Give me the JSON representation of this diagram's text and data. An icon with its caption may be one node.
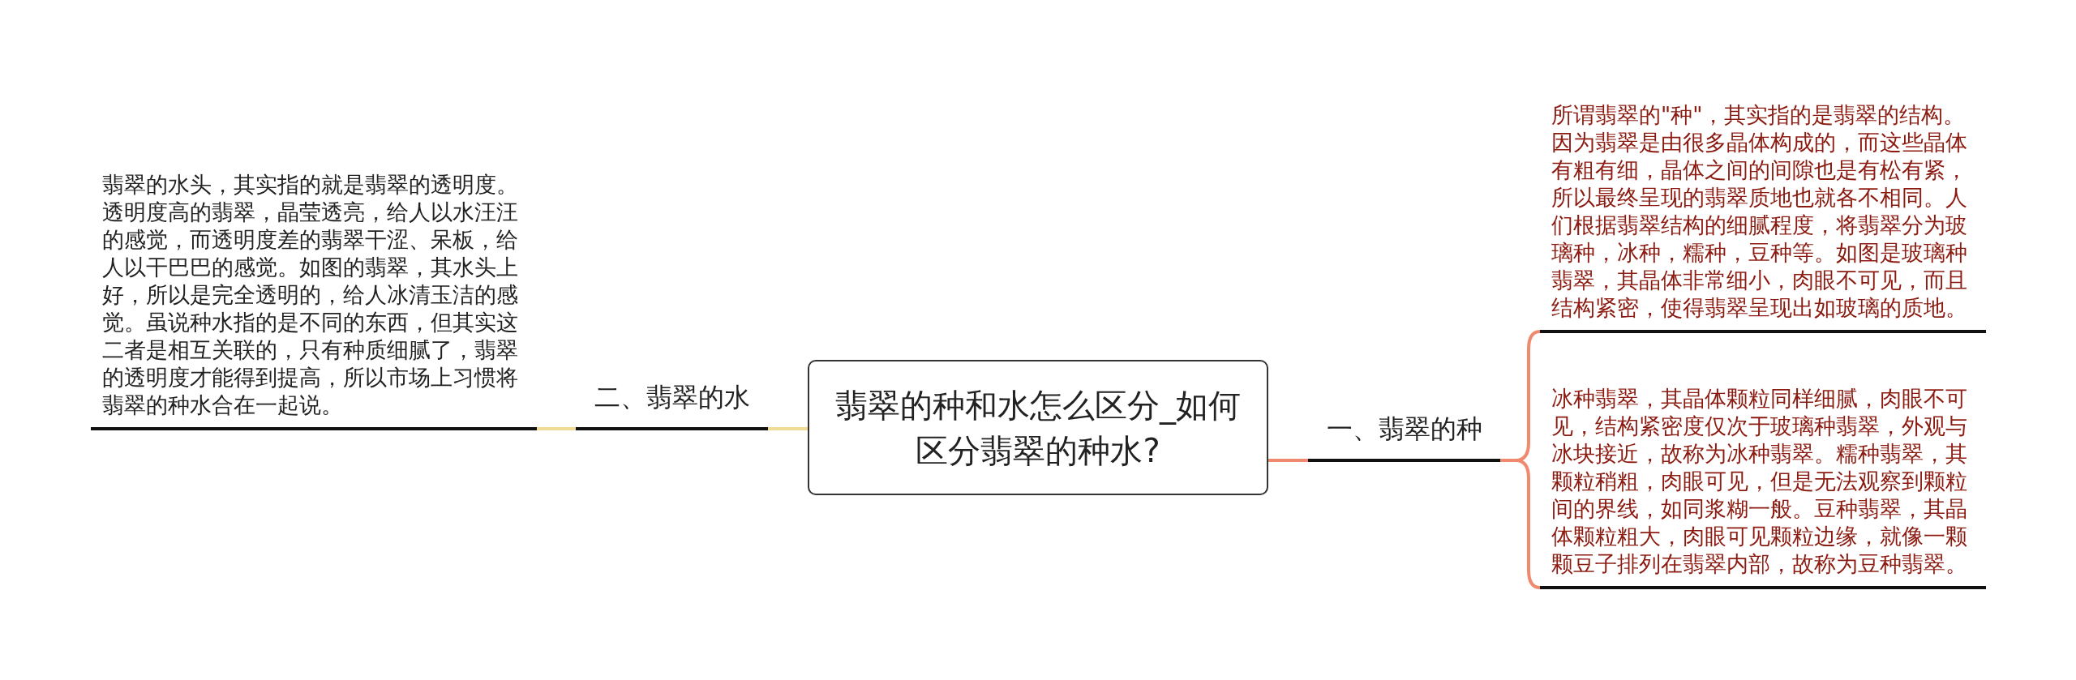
{
  "diagram": {
    "nodes": [
      {
        "text": [
          "翡翠的种和水怎么区分_如何区分翡翠的种水?"
        ]
      },
      {
        "text": [
          "一、翡翠的种"
        ]
      },
      {
        "text": [
          "所谓翡翠的\"种\"，其实指的是翡翠的结构。因为翡翠是由很多晶体构成的，而这些晶体有粗有细，晶体之间的间隙也是有松有紧，所以最终呈现的翡翠质地也就各不相同。人们根据翡翠结构的细腻程度，将翡翠分为玻璃种，冰种，糯种，豆种等。如图是玻璃种翡翠，其晶体非常细小，肉眼不可见，而且结构紧密，使得翡翠呈现出如玻璃的质地。"
        ]
      },
      {
        "text": [
          "冰种翡翠，其晶体颗粒同样细腻，肉眼不可见，结构紧密度仅次于玻璃种翡翠，外观与冰块接近，故称为冰种翡翠。糯种翡翠，其颗粒稍粗，肉眼可见，但是无法观察到颗粒间的界线，如同浆糊一般。豆种翡翠，其晶体颗粒粗大，肉眼可见颗粒边缘，就像一颗颗豆子排列在翡翠内部，故称为豆种翡翠。"
        ]
      },
      {
        "text": [
          "二、翡翠的水"
        ]
      },
      {
        "text": [
          "翡翠的水头，其实指的就是翡翠的透明度。透明度高的翡翠，晶莹透亮，给人以水汪汪的感觉，而透明度差的翡翠干涩、呆板，给人以干巴巴的感觉。如图的翡翠，其水头上好，所以是完全透明的，给人冰清玉洁的感觉。虽说种水指的是不同的东西，但其实这二者是相互关联的，只有种质细腻了，翡翠的透明度才能得到提高，所以市场上习惯将翡翠的种水合在一起说。"
        ]
      }
    ],
    "edges": [
      {
        "from": 0,
        "to": 1,
        "arrow": "none",
        "color": "#f08a6e"
      },
      {
        "from": 1,
        "to": 2,
        "arrow": "none",
        "color": "#f08a6e"
      },
      {
        "from": 1,
        "to": 3,
        "arrow": "none",
        "color": "#f08a6e"
      },
      {
        "from": 0,
        "to": 4,
        "arrow": "none",
        "color": "#f0dc96"
      },
      {
        "from": 4,
        "to": 5,
        "arrow": "none",
        "color": "#f0dc96"
      }
    ]
  }
}
